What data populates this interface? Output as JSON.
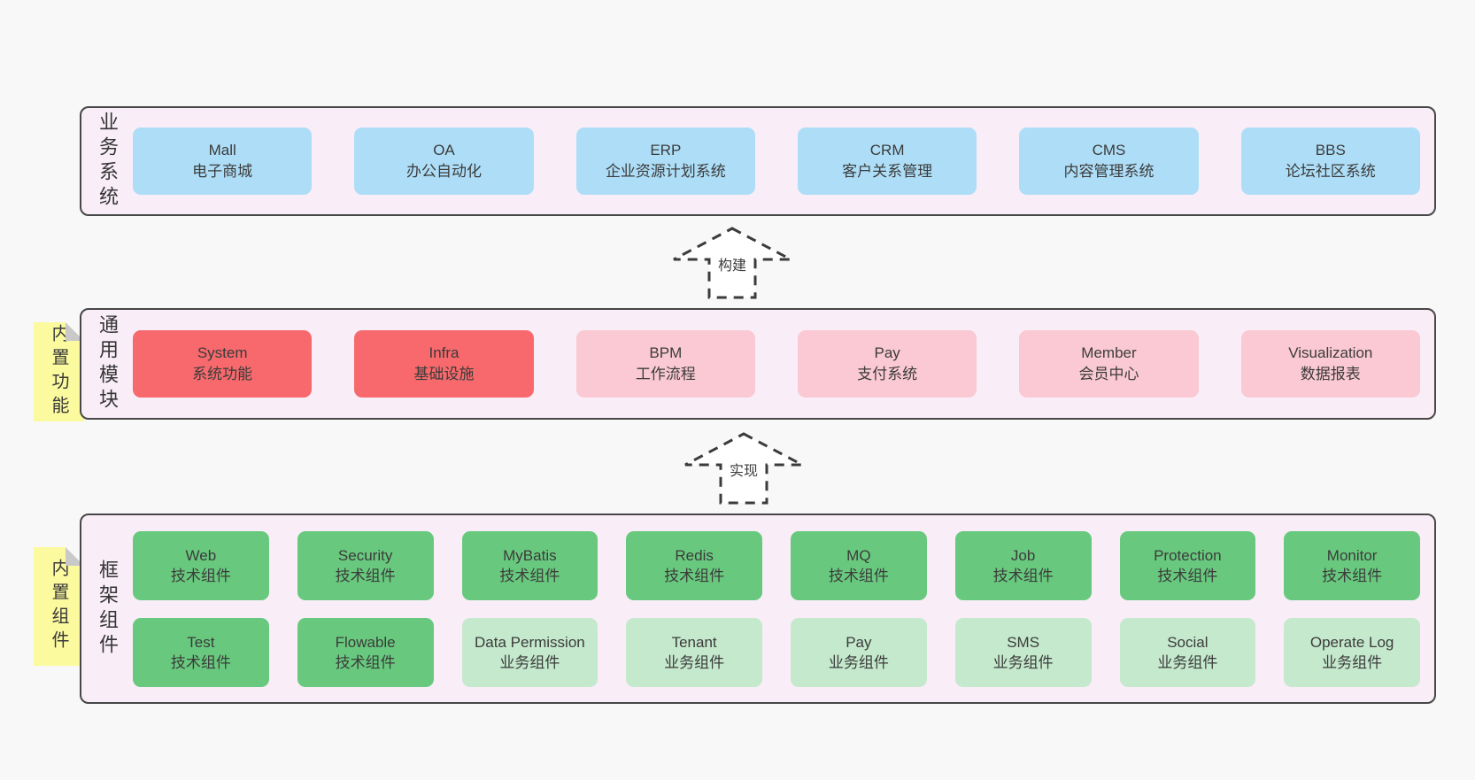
{
  "palette": {
    "page_bg": "#f7f8f7",
    "layer_bg": "#f9edf7",
    "layer_border": "#474747",
    "business_system_box": "#aedef7",
    "core_module_box": "#f7696c",
    "module_box": "#fac9d3",
    "tech_component_box": "#68c97e",
    "biz_component_box": "#c5e9cd",
    "sticky_note_bg": "#fbfa9e",
    "sticky_fold": "#c9c9c9"
  },
  "layers": [
    {
      "label": "业务系统",
      "boxes": [
        {
          "title": "Mall",
          "subtitle": "电子商城"
        },
        {
          "title": "OA",
          "subtitle": "办公自动化"
        },
        {
          "title": "ERP",
          "subtitle": "企业资源计划系统"
        },
        {
          "title": "CRM",
          "subtitle": "客户关系管理"
        },
        {
          "title": "CMS",
          "subtitle": "内容管理系统"
        },
        {
          "title": "BBS",
          "subtitle": "论坛社区系统"
        }
      ]
    },
    {
      "label": "通用模块",
      "note": "内置功能",
      "boxes": [
        {
          "title": "System",
          "subtitle": "系统功能"
        },
        {
          "title": "Infra",
          "subtitle": "基础设施"
        },
        {
          "title": "BPM",
          "subtitle": "工作流程"
        },
        {
          "title": "Pay",
          "subtitle": "支付系统"
        },
        {
          "title": "Member",
          "subtitle": "会员中心"
        },
        {
          "title": "Visualization",
          "subtitle": "数据报表"
        }
      ]
    },
    {
      "label": "框架组件",
      "note": "内置组件",
      "boxes": [
        {
          "title": "Web",
          "subtitle": "技术组件"
        },
        {
          "title": "Security",
          "subtitle": "技术组件"
        },
        {
          "title": "MyBatis",
          "subtitle": "技术组件"
        },
        {
          "title": "Redis",
          "subtitle": "技术组件"
        },
        {
          "title": "MQ",
          "subtitle": "技术组件"
        },
        {
          "title": "Job",
          "subtitle": "技术组件"
        },
        {
          "title": "Protection",
          "subtitle": "技术组件"
        },
        {
          "title": "Monitor",
          "subtitle": "技术组件"
        },
        {
          "title": "Test",
          "subtitle": "技术组件"
        },
        {
          "title": "Flowable",
          "subtitle": "技术组件"
        },
        {
          "title": "Data Permission",
          "subtitle": "业务组件"
        },
        {
          "title": "Tenant",
          "subtitle": "业务组件"
        },
        {
          "title": "Pay",
          "subtitle": "业务组件"
        },
        {
          "title": "SMS",
          "subtitle": "业务组件"
        },
        {
          "title": "Social",
          "subtitle": "业务组件"
        },
        {
          "title": "Operate Log",
          "subtitle": "业务组件"
        }
      ]
    }
  ],
  "arrows": [
    {
      "label": "构建"
    },
    {
      "label": "实现"
    }
  ]
}
